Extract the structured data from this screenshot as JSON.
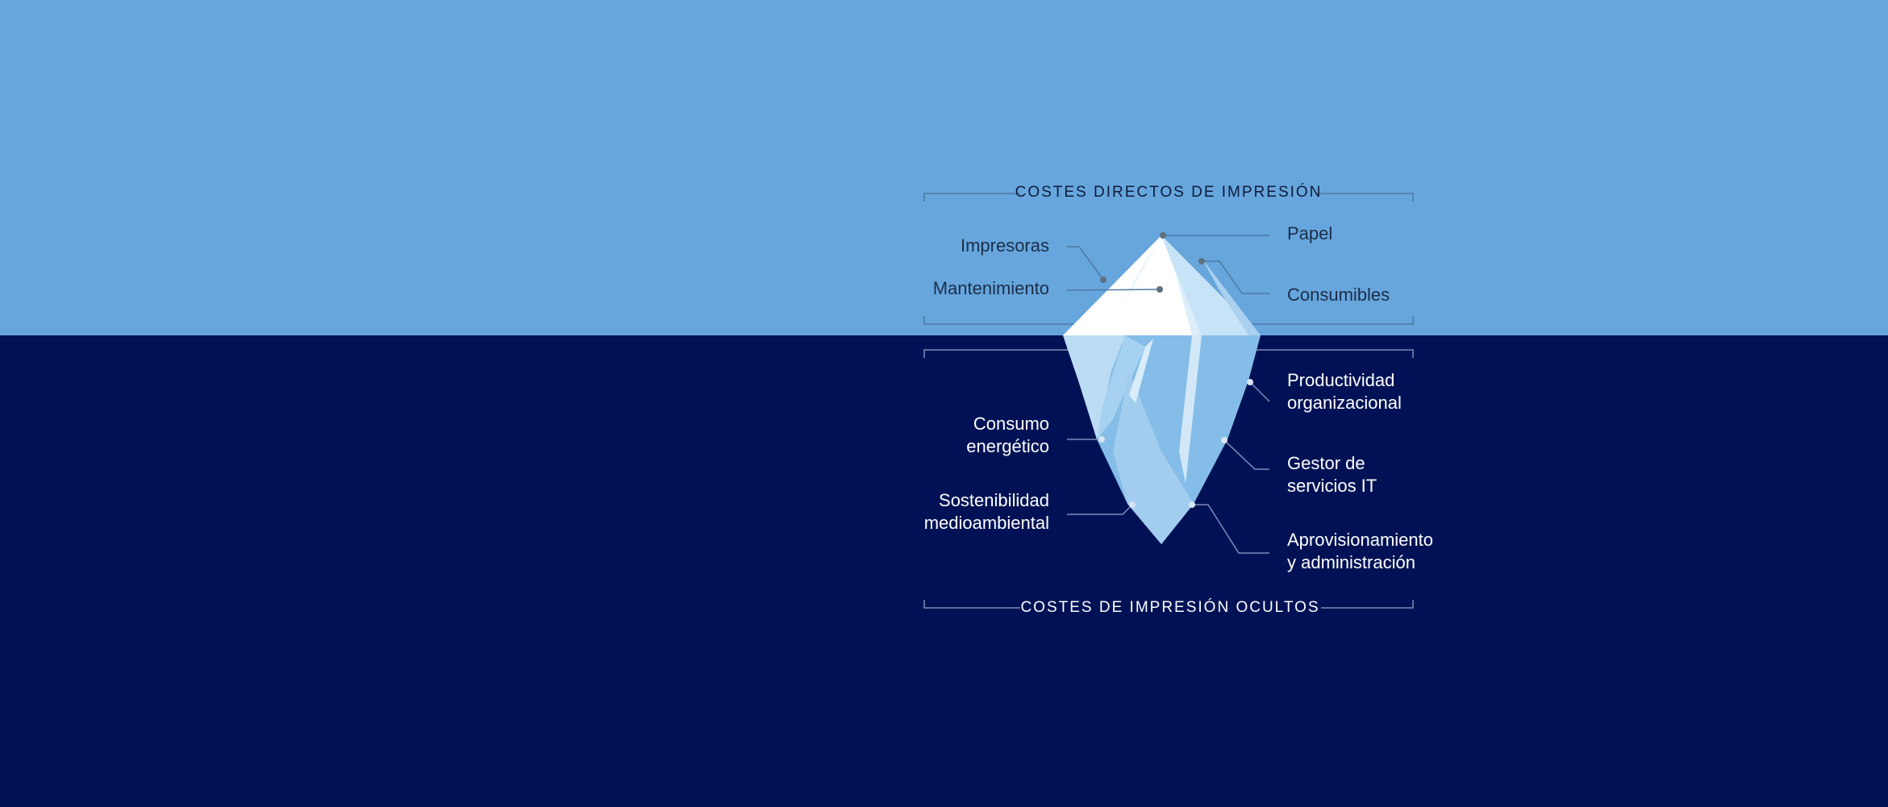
{
  "colors": {
    "sky": "#66a6dc",
    "sea": "#001255",
    "line_top": "#4f78a6",
    "line_bottom": "#7d8bb8",
    "dot_top": "#5f7180",
    "dot_bottom": "#d7e4f2"
  },
  "top_section": {
    "title": "COSTES DIRECTOS DE IMPRESIÓN",
    "labels": {
      "impresoras": "Impresoras",
      "mantenimiento": "Mantenimiento",
      "papel": "Papel",
      "consumibles": "Consumibles"
    }
  },
  "bottom_section": {
    "title": "COSTES DE IMPRESIÓN OCULTOS",
    "labels": {
      "consumo_1": "Consumo",
      "consumo_2": "energético",
      "sostenibilidad_1": "Sostenibilidad",
      "sostenibilidad_2": "medioambiental",
      "productividad_1": "Productividad",
      "productividad_2": "organizacional",
      "gestor_1": "Gestor de",
      "gestor_2": "servicios IT",
      "aprov_1": "Aprovisionamiento",
      "aprov_2": "y administración"
    }
  }
}
